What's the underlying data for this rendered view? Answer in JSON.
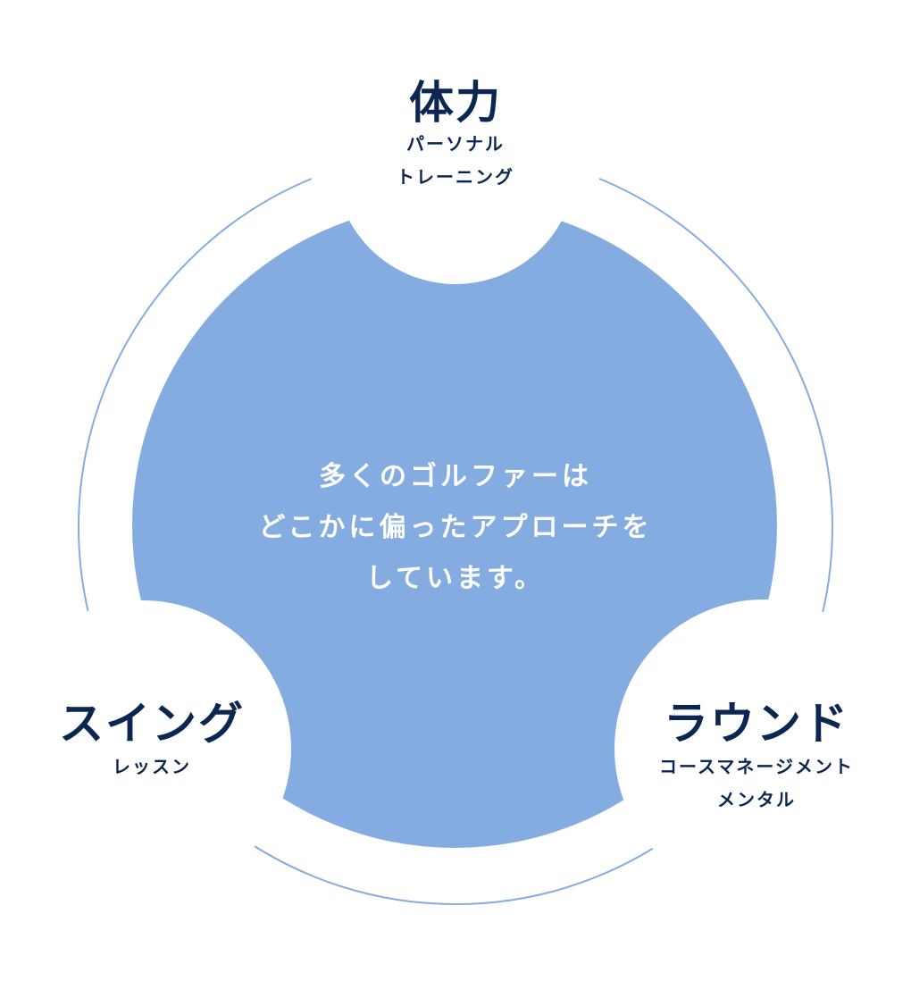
{
  "colors": {
    "accent": "#84ACE0",
    "text": "#0B2650",
    "ring": "#84ACE0"
  },
  "center": {
    "lines": [
      "多くのゴルファーは",
      "どこかに偏ったアプローチを",
      "しています。"
    ]
  },
  "nodes": [
    {
      "title": "体力",
      "sub": [
        "パーソナル",
        "トレーニング"
      ]
    },
    {
      "title": "スイング",
      "sub": [
        "レッスン"
      ]
    },
    {
      "title": "ラウンド",
      "sub": [
        "コースマネージメント",
        "メンタル"
      ]
    }
  ]
}
